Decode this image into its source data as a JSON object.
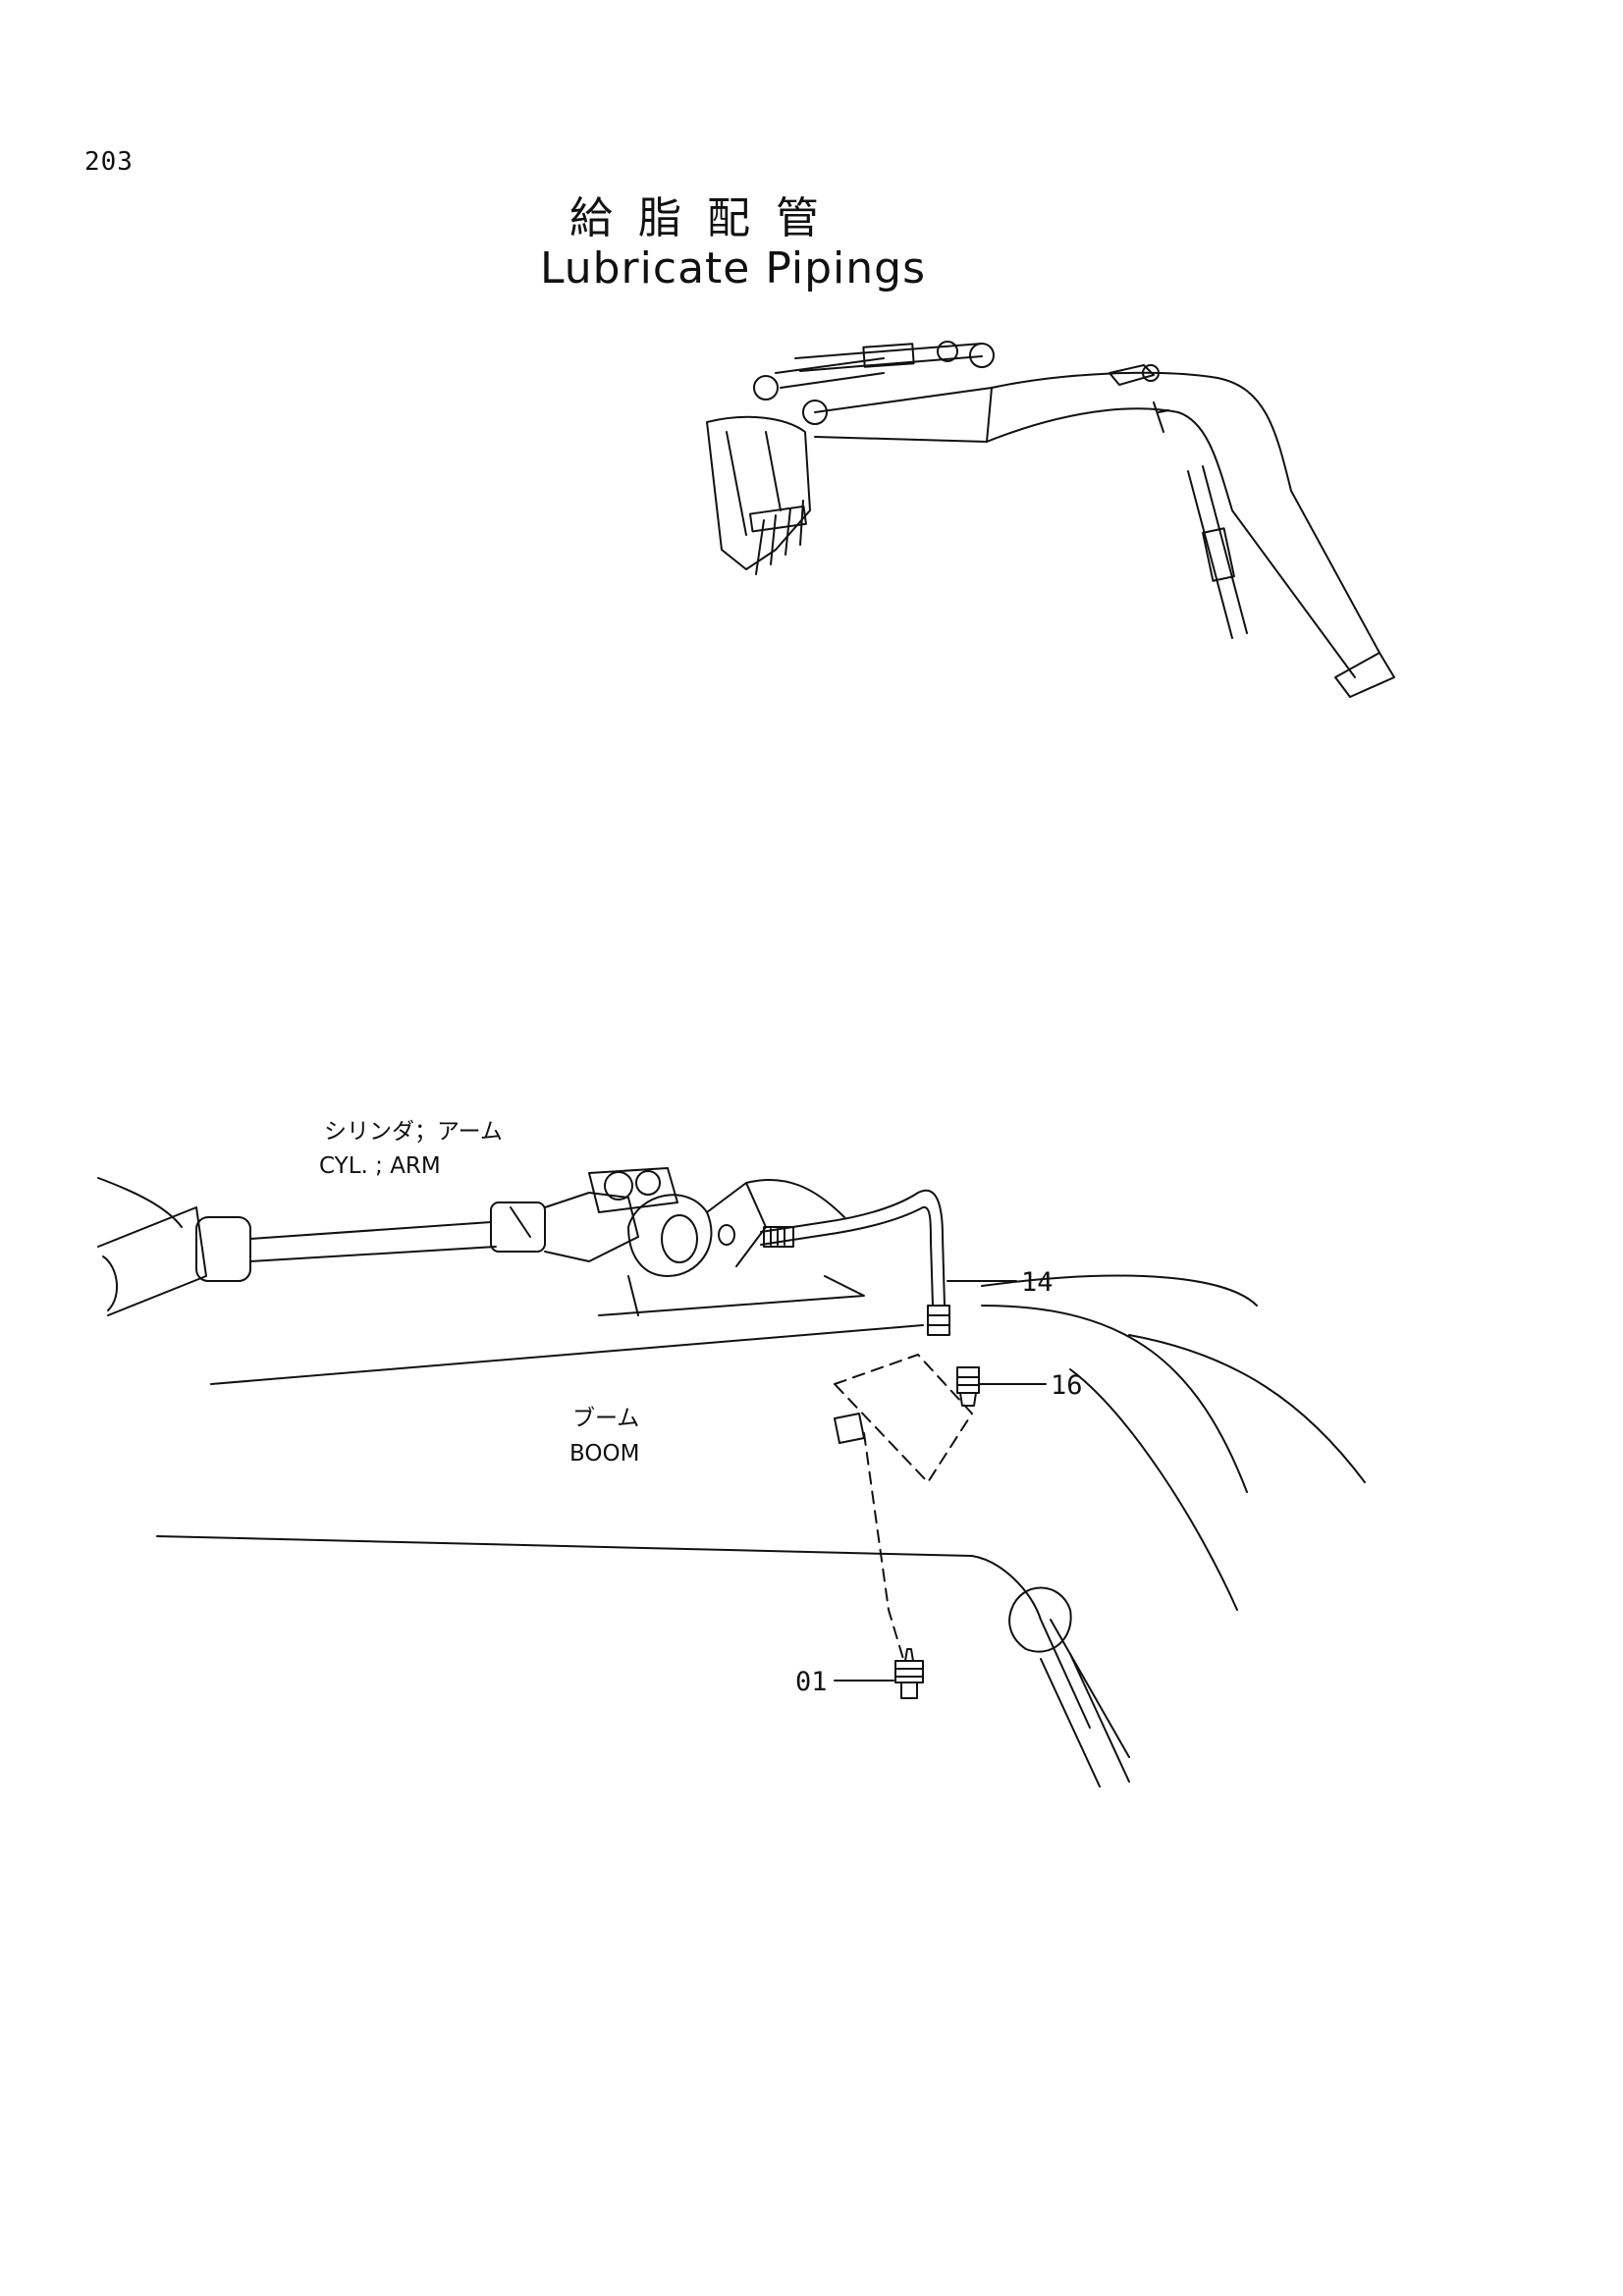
{
  "header": {
    "page_number": "203",
    "title_jp": "給脂配管",
    "title_en": "Lubricate Pipings"
  },
  "labels": {
    "cylinder_jp": "シリンダ；アーム",
    "cylinder_en": "CYL. ; ARM",
    "boom_jp": "ブーム",
    "boom_en": "BOOM"
  },
  "callouts": {
    "part_14": "14",
    "part_16": "16",
    "part_01": "01"
  }
}
